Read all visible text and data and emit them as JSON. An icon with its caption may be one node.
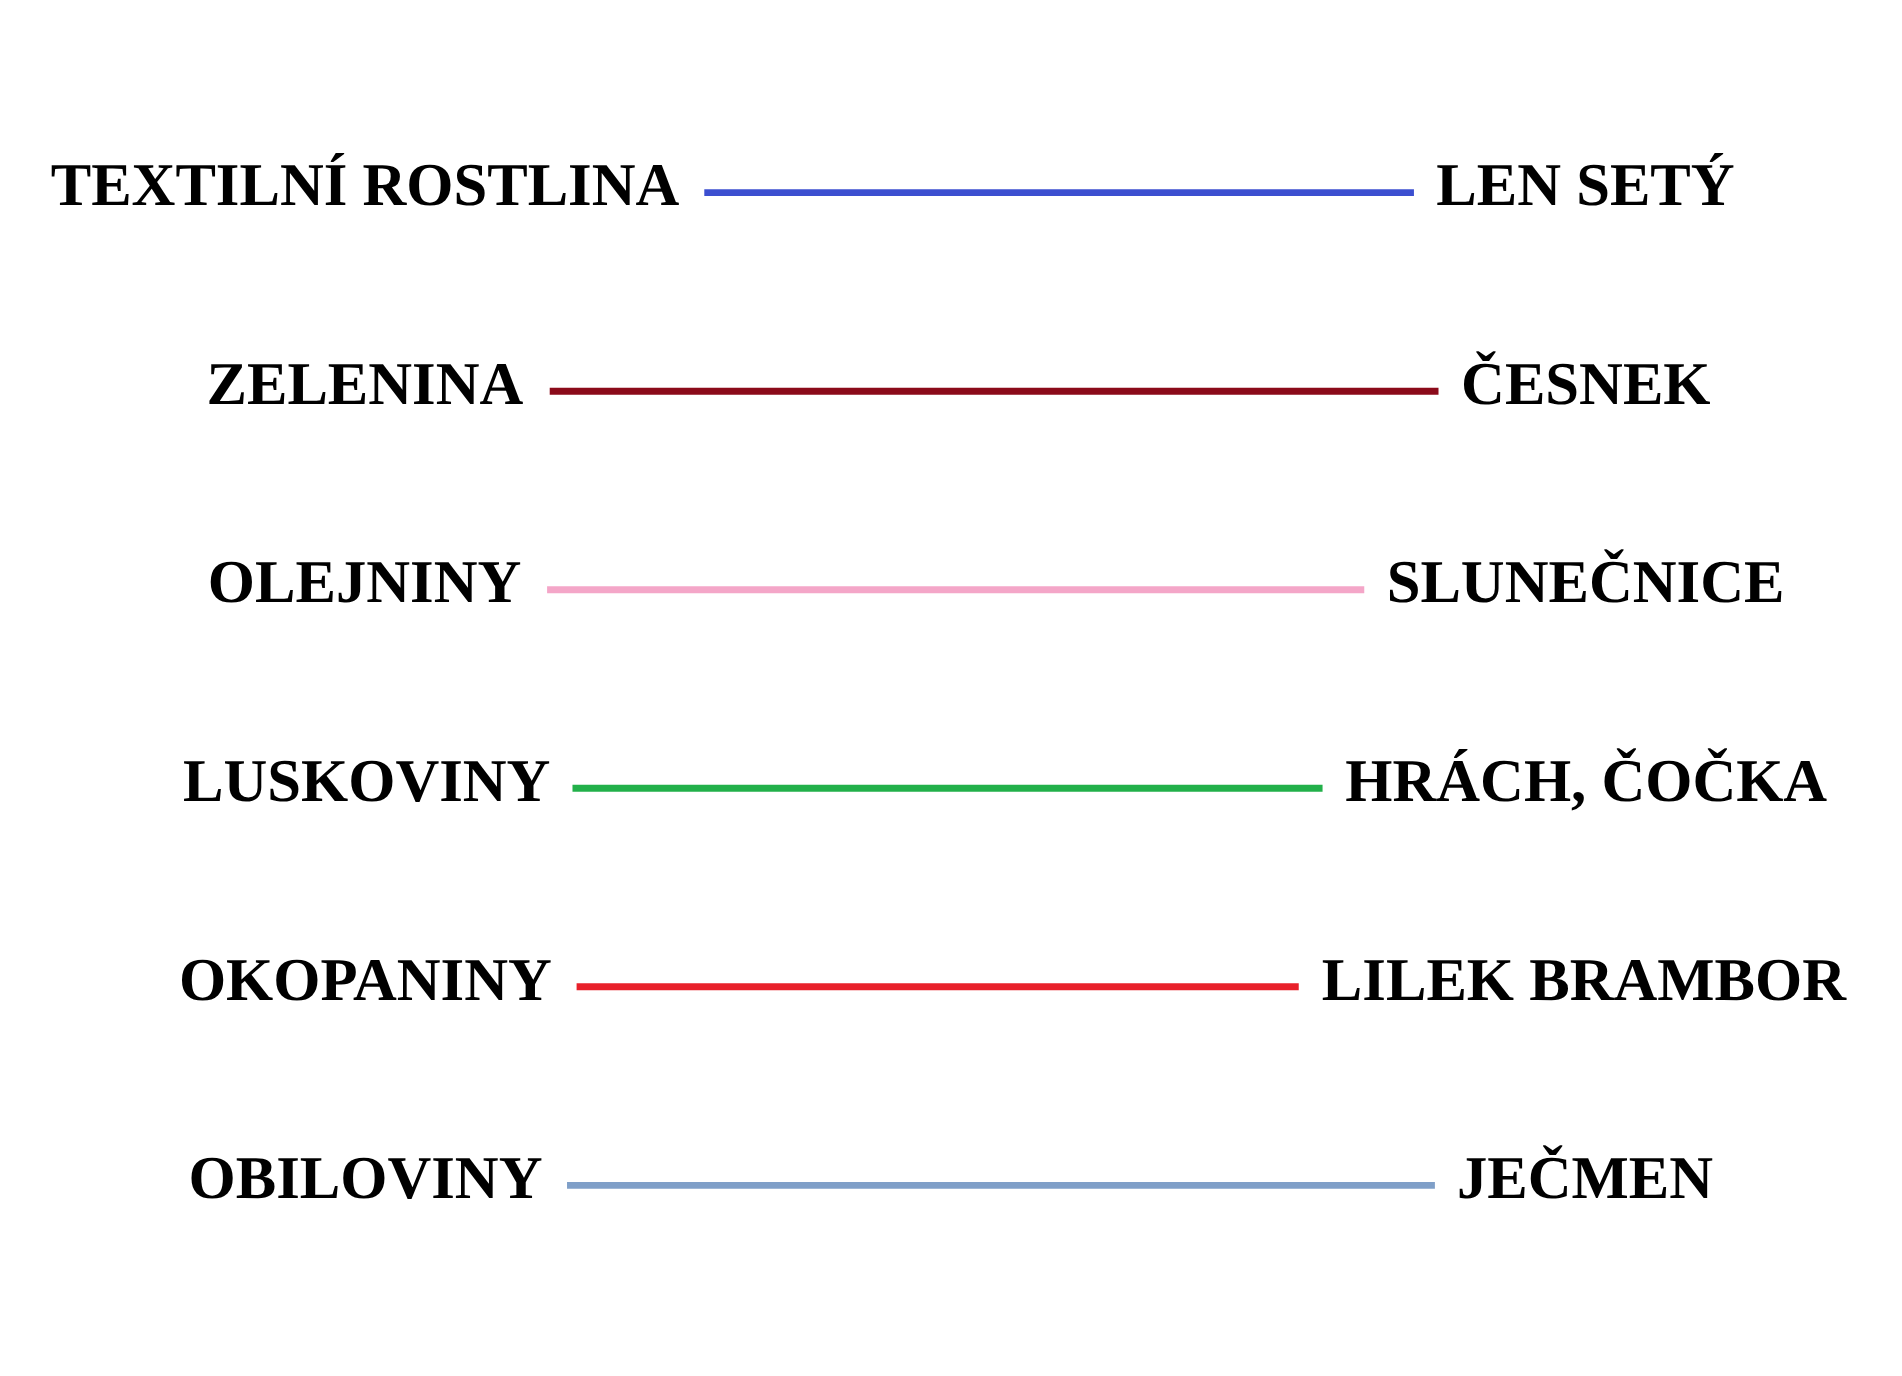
{
  "diagram": {
    "nodes": [
      {
        "text": [
          "OBILOVINY"
        ]
      },
      {
        "text": [
          "OKOPANINY"
        ]
      },
      {
        "text": [
          "LUSKOVINY"
        ]
      },
      {
        "text": [
          "OLEJNINY"
        ]
      },
      {
        "text": [
          "ZELENINA"
        ]
      },
      {
        "text": [
          "TEXTILNÍ ROSTLINA"
        ]
      },
      {
        "text": [
          "ČESNEK"
        ]
      },
      {
        "text": [
          "HRÁCH, ČOČKA"
        ]
      },
      {
        "text": [
          "LEN SETÝ"
        ]
      },
      {
        "text": [
          "JEČMEN"
        ]
      },
      {
        "text": [
          "LILEK BRAMBOR"
        ]
      },
      {
        "text": [
          "SLUNEČNICE"
        ]
      }
    ],
    "edges": [
      {
        "from": 0,
        "to": 9,
        "arrow": "none",
        "color": "#7f9fc8"
      },
      {
        "from": 1,
        "to": 10,
        "arrow": "none",
        "color": "#e8202a"
      },
      {
        "from": 2,
        "to": 7,
        "arrow": "none",
        "color": "#22b04a"
      },
      {
        "from": 3,
        "to": 11,
        "arrow": "none",
        "color": "#f4a6c8"
      },
      {
        "from": 4,
        "to": 6,
        "arrow": "none",
        "color": "#8b0a1a"
      },
      {
        "from": 5,
        "to": 8,
        "arrow": "none",
        "color": "#3c4fd0"
      }
    ]
  }
}
